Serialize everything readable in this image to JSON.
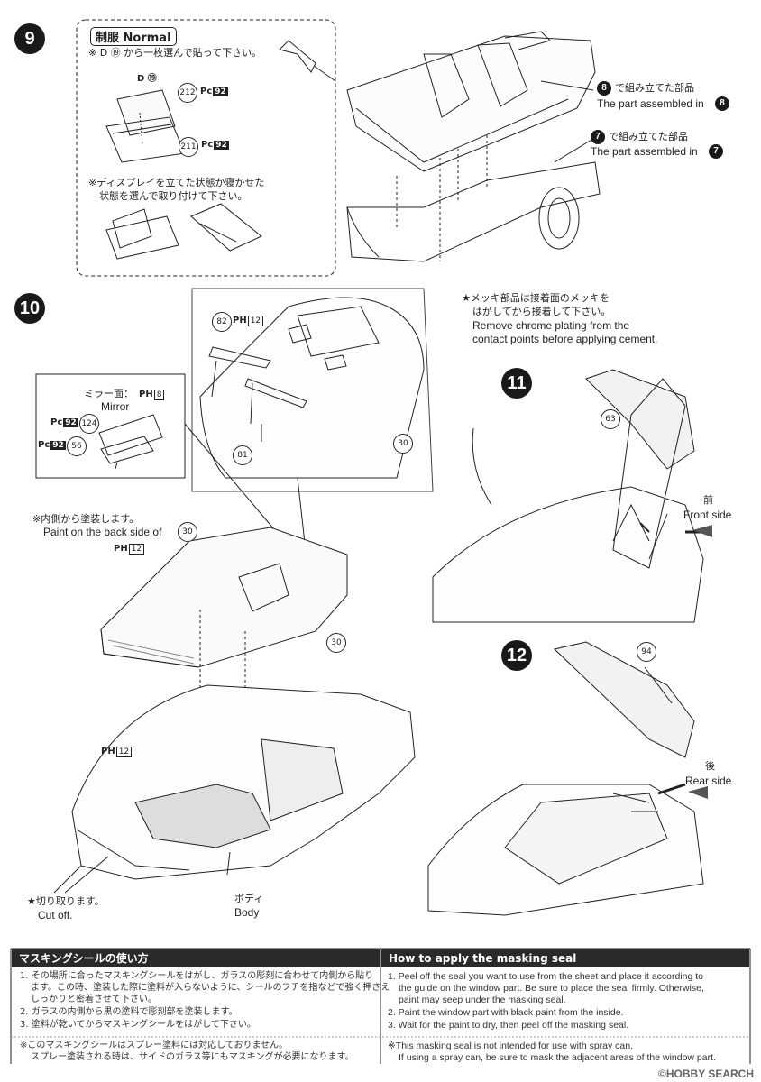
{
  "step9": {
    "number": "9",
    "label": "制服 Normal",
    "choose_note": "※ D ⑲ から一枚選んで貼って下さい。",
    "decal_ref": "D ⑲",
    "part212": "212",
    "part211": "211",
    "pc": "Pc",
    "pc_num": "92",
    "display_note_1": "※ディスプレイを立てた状態か寝かせた",
    "display_note_2": "状態を選んで取り付けて下さい。",
    "assembled8_jp": "で組み立てた部品",
    "assembled8_en": "The part assembled in",
    "assembled8_num": "8",
    "assembled7_jp": "で組み立てた部品",
    "assembled7_en": "The part assembled in",
    "assembled7_num": "7"
  },
  "step10": {
    "number": "10",
    "part82": "82",
    "ph": "PH",
    "ph_num": "12",
    "part81": "81",
    "part30": "30",
    "mirror_jp": "ミラー面：",
    "mirror_en": "Mirror",
    "mirror_ph": "8",
    "part124": "124",
    "part56": "56",
    "paint_jp": "※内側から塗装します。",
    "paint_en": "Paint on the back side of",
    "paint_ref": "30",
    "cut_jp": "★切り取ります。",
    "cut_en": "Cut off.",
    "body_jp": "ボディ",
    "body_en": "Body"
  },
  "chrome_note": {
    "jp1": "★メッキ部品は接着面のメッキを",
    "jp2": "はがしてから接着して下さい。",
    "en1": "Remove chrome plating from the",
    "en2": "contact points before applying cement."
  },
  "step11": {
    "number": "11",
    "part63": "63",
    "front_jp": "前",
    "front_en": "Front side"
  },
  "step12": {
    "number": "12",
    "part94": "94",
    "rear_jp": "後",
    "rear_en": "Rear side"
  },
  "masking_jp": {
    "title": "マスキングシールの使い方",
    "l1": "1. その場所に合ったマスキングシールをはがし、ガラスの彫刻に合わせて内側から貼り",
    "l1b": "ます。この時、塗装した際に塗料が入らないように、シールのフチを指などで強く押さえ",
    "l1c": "しっかりと密着させて下さい。",
    "l2": "2. ガラスの内側から黒の塗料で彫刻部を塗装します。",
    "l3": "3. 塗料が乾いてからマスキングシールをはがして下さい。",
    "n1": "※このマスキングシールはスプレー塗料には対応しておりません。",
    "n2": "スプレー塗装される時は、サイドのガラス等にもマスキングが必要になります。"
  },
  "masking_en": {
    "title": "How to apply the masking seal",
    "l1": "1.  Peel off the seal you want to use from the sheet and place it according to",
    "l1b": "the guide on the window part. Be sure to place the seal firmly. Otherwise,",
    "l1c": "paint may seep under the masking seal.",
    "l2": "2.  Paint the window part with black paint from the inside.",
    "l3": "3.  Wait for the paint to dry, then peel off the masking seal.",
    "n1": "※This masking seal is not intended for use with spray can.",
    "n2": "If using a spray can, be sure to mask the adjacent areas of the window part."
  },
  "watermark": "©HOBBY SEARCH"
}
